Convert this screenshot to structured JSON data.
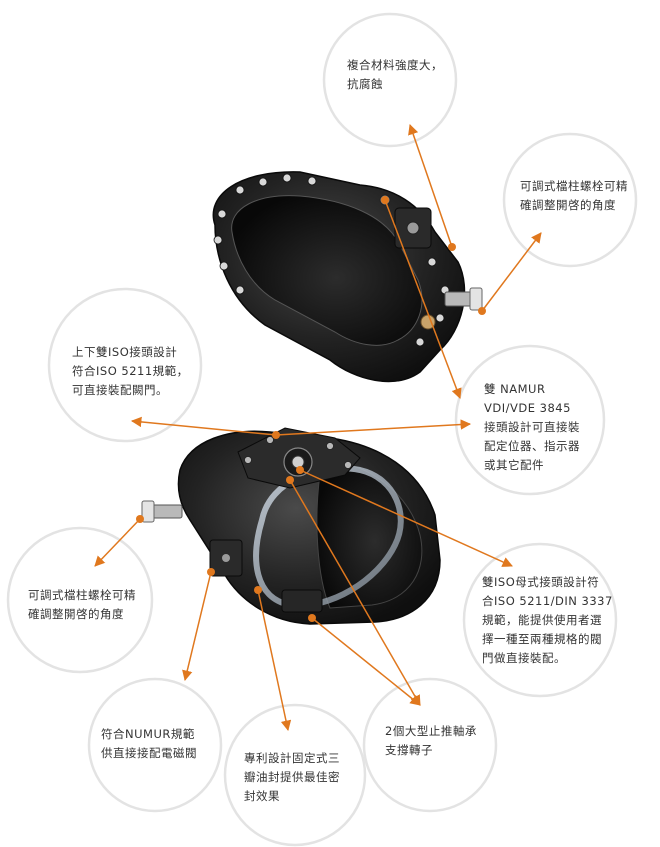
{
  "colors": {
    "arrow": "#e0781e",
    "circle_stroke": "#e3e3e3",
    "body_dark": "#1a1a1a",
    "body_mid": "#3a3a3a",
    "text": "#333333"
  },
  "callouts": [
    {
      "id": "composite-material",
      "text": "複合材料強度大，\n抗腐蝕"
    },
    {
      "id": "adjustable-bolt-top",
      "text": "可調式檔柱螺栓可精\n確調整開啓的角度"
    },
    {
      "id": "iso-connection-top",
      "text": "上下雙ISO接頭設計\n符合ISO 5211規範，\n可直接裝配闕門。"
    },
    {
      "id": "namur-vdi",
      "text": "雙 NAMUR\nVDI/VDE 3845\n接頭設計可直接裝\n配定位器、指示器\n或其它配件"
    },
    {
      "id": "adjustable-bolt-bottom",
      "text": "可調式檔柱螺栓可精\n確調整開啓的角度"
    },
    {
      "id": "iso-female",
      "text": "雙ISO母式接頭設計符\n合ISO 5211/DIN 3337\n規範，能提供使用者選\n擇一種至兩種規格的閥\n門做直接裝配。"
    },
    {
      "id": "namur-solenoid",
      "text": "符合NUMUR規範\n供直接接配電磁閥"
    },
    {
      "id": "patent-seal",
      "text": "專利設計固定式三\n瓣油封提供最佳密\n封效果"
    },
    {
      "id": "thrust-bearing",
      "text": "2個大型止推軸承\n支撐轉子"
    }
  ]
}
